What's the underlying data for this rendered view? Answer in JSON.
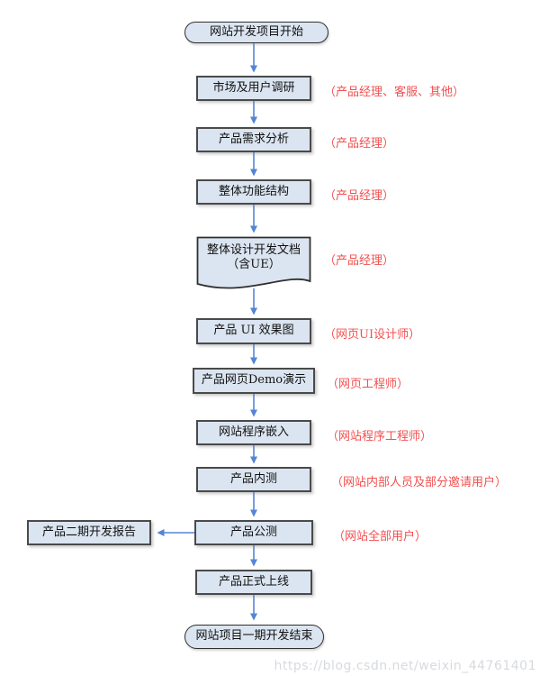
{
  "flow": {
    "start_label": "网站开发项目开始",
    "end_label": "网站项目一期开发结束",
    "steps": [
      {
        "label": "市场及用户调研",
        "role": "（产品经理、客服、其他）"
      },
      {
        "label": "产品需求分析",
        "role": "（产品经理）"
      },
      {
        "label": "整体功能结构",
        "role": "（产品经理）"
      },
      {
        "label": "整体设计开发文档",
        "label2": "（含UE）",
        "shape": "document",
        "role": "（产品经理）"
      },
      {
        "label": "产品 UI 效果图",
        "role": "（网页UI设计师）"
      },
      {
        "label": "产品网页Demo演示",
        "role": "（网页工程师）"
      },
      {
        "label": "网站程序嵌入",
        "role": "（网站程序工程师）"
      },
      {
        "label": "产品内测",
        "role": "（网站内部人员及部分邀请用户）"
      },
      {
        "label": "产品公测",
        "role": "（网站全部用户）"
      },
      {
        "label": "产品正式上线"
      }
    ],
    "branch_label": "产品二期开发报告"
  },
  "watermark": {
    "text": "https://blog.csdn.net/weixin_44761401"
  },
  "colors": {
    "node_fill": "#dbe5f1",
    "node_border": "#4a4a4a",
    "arrow": "#5585d5",
    "role_text": "#f34f4f",
    "watermark": "#d7dadf"
  }
}
